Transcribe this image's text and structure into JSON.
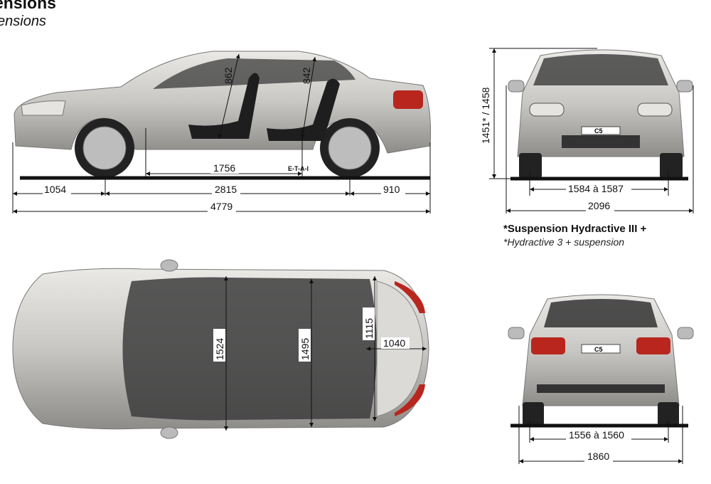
{
  "header": {
    "title": "ensions",
    "subtitle": "ensions"
  },
  "watermark": "E-T-A-I",
  "side_view": {
    "overhang_front": "1054",
    "wheelbase": "2815",
    "overhang_rear": "910",
    "length": "4779",
    "cabin_length": "1756",
    "front_headroom": "862",
    "rear_headroom": "842"
  },
  "front_view": {
    "height": "1451* / 1458",
    "front_track": "1584 à 1587",
    "width_mirrors": "2096",
    "badge": "C5"
  },
  "note": {
    "line1": "*Suspension Hydractive III +",
    "line2": "*Hydractive 3 + suspension"
  },
  "top_view": {
    "front_width": "1524",
    "rear_width": "1495",
    "boot_width": "1115",
    "boot_length": "1040"
  },
  "rear_view": {
    "rear_track": "1556 à 1560",
    "width": "1860",
    "badge": "C5"
  },
  "colors": {
    "body": "#c9c7c4",
    "dark": "#2a2a2a",
    "light": "#e6e4e1",
    "tail": "#b8261e"
  }
}
